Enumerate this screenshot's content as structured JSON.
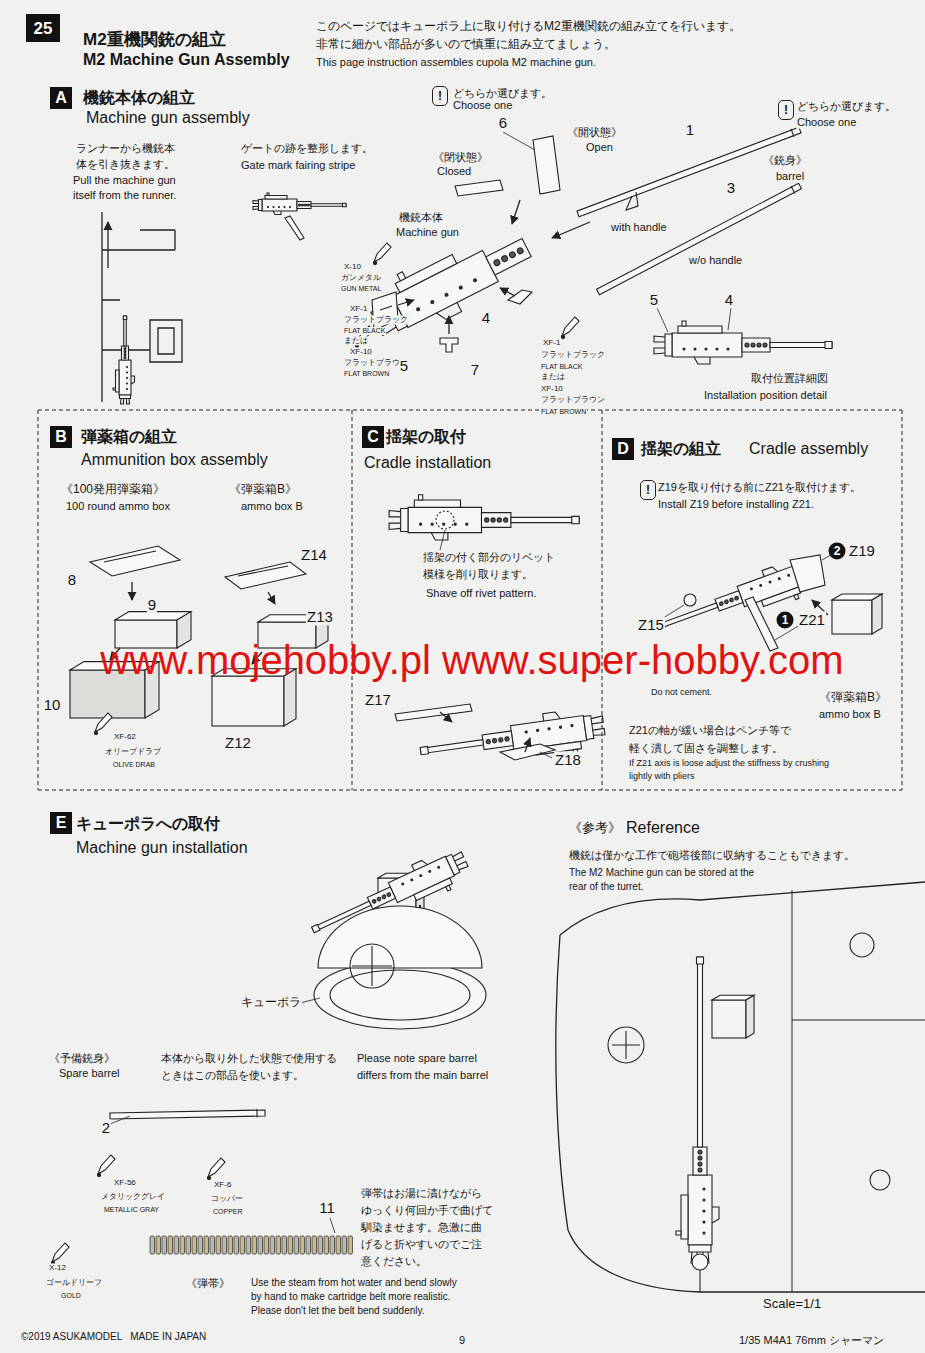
{
  "diagram": {
    "title": "M2重機関銃の組立",
    "nodes": [
      {
        "text": [
          "25"
        ]
      },
      {
        "text": [
          "A"
        ]
      },
      {
        "text": [
          "B"
        ]
      },
      {
        "text": [
          "C"
        ]
      },
      {
        "text": [
          "D"
        ]
      },
      {
        "text": [
          "E"
        ]
      },
      {
        "text": [
          "!"
        ]
      },
      {
        "text": [
          "!"
        ]
      },
      {
        "text": [
          "!"
        ]
      },
      {
        "text": [
          "1"
        ]
      },
      {
        "text": [
          "2"
        ]
      }
    ],
    "labels": [
      "M2 Machine Gun Assembly",
      "このページではキューポラ上に取り付けるM2重機関銃の組み立てを行います。",
      "非常に細かい部品が多いので慎重に組み立てましょう。",
      "This page instruction assembles cupola M2 machine gun.",
      "機銃本体の組立",
      "Machine gun assembly",
      "ランナーから機銃本",
      "体を引き抜きます。",
      "Pull the machine gun",
      "itself from the runner.",
      "ゲートの跡を整形します。",
      "Gate mark fairing stripe",
      "どちらか選びます。",
      "Choose one",
      "6",
      "《閉状態》",
      "Closed",
      "《開状態》",
      "Open",
      "1",
      "どちらか選びます。",
      "Choose one",
      "《銃身》",
      "barrel",
      "3",
      "機銃本体",
      "Machine gun",
      "with handle",
      "w/o handle",
      "X-10",
      "ガンメタル",
      "GUN METAL",
      "XF-1",
      "フラットブラック",
      "FLAT BLACK",
      "または",
      "XF-10",
      "フラットブラウン",
      "FLAT BROWN",
      "5",
      "7",
      "4",
      "XF-1",
      "フラットブラック",
      "FLAT BLACK",
      "または",
      "XF-10",
      "フラットブラウン",
      "FLAT BROWN",
      "5",
      "4",
      "取付位置詳細図",
      "Installation position detail",
      "弾薬箱の組立",
      "Ammunition box assembly",
      "《100発用弾薬箱》",
      "100 round ammo box",
      "《弾薬箱B》",
      "ammo box B",
      "8",
      "9",
      "10",
      "Z14",
      "Z13",
      "Z12",
      "XF-62",
      "オリーブドラブ",
      "OLIVE DRAB",
      "揺架の取付",
      "Cradle installation",
      "揺架の付く部分のリベット",
      "模様を削り取ります。",
      "Shave off rivet pattern.",
      "Z17",
      "Z18",
      "揺架の組立",
      "Cradle assembly",
      "Z19を取り付ける前にZ21を取付けます。",
      "Install Z19 before installing Z21.",
      "Z19",
      "Z15",
      "Z21",
      "Do not cement.",
      "《弾薬箱B》",
      "ammo box B",
      "Z21の軸が緩い場合はペンチ等で",
      "軽く潰して固さを調整します。",
      "If Z21 axis is loose adjust the stiffness by crushing",
      "lightly with pliers",
      "キューポラへの取付",
      "Machine gun installation",
      "キューポラ",
      "《予備銃身》",
      "Spare barrel",
      "本体から取り外した状態で使用する",
      "ときはこの部品を使います。",
      "Please note spare barrel",
      "differs from the main barrel",
      "2",
      "XF-56",
      "メタリックグレイ",
      "METALLIC GRAY",
      "XF-6",
      "コッパー",
      "COPPER",
      "11",
      "X-12",
      "ゴールドリーフ",
      "GOLD",
      "《弾帯》",
      "弾帯はお湯に漬けながら",
      "ゆっくり何回か手で曲げて",
      "馴染ませます。急激に曲",
      "げると折やすいのでご注",
      "意ください。",
      "Use the steam from hot water and bend slowly",
      "by hand to make cartridge belt more realistic.",
      "Please don't let the belt bend suddenly.",
      "《参考》",
      "Reference",
      "機銃は僅かな工作で砲塔後部に収納することもできます。",
      "The M2 Machine gun can be stored at the",
      "rear of the turret.",
      "Scale=1/1",
      "©2019 ASUKAMODEL   MADE IN JAPAN",
      "9",
      "1/35 M4A1 76mm シャーマン",
      "www.mojehobby.pl www.super-hobby.com"
    ]
  }
}
